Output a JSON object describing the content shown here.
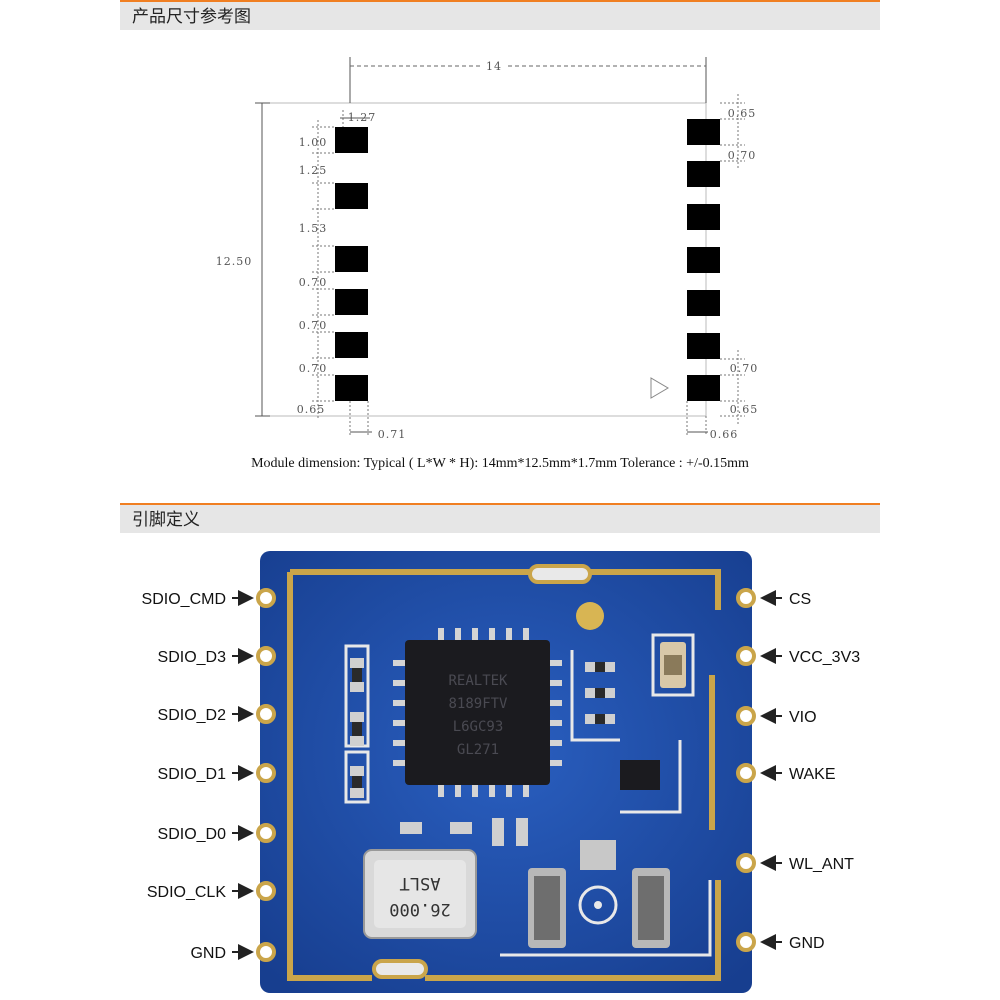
{
  "sections": {
    "dimensions_title": "产品尺寸参考图",
    "pinout_title": "引脚定义"
  },
  "drawing": {
    "width_label": "14",
    "height_label": "12.50",
    "left_dims": [
      "1.27",
      "1.00",
      "1.25",
      "1.53",
      "0.70",
      "0.70",
      "0.70",
      "0.65"
    ],
    "left_bottom_dim": "0.71",
    "right_dims": [
      "0.65",
      "0.70",
      "0.70",
      "0.65"
    ],
    "right_bottom_dim": "0.66",
    "caption": "Module dimension: Typical ( L*W * H): 14mm*12.5mm*1.7mm Tolerance : +/-0.15mm"
  },
  "pinout": {
    "left_pins": [
      "SDIO_CMD",
      "SDIO_D3",
      "SDIO_D2",
      "SDIO_D1",
      "SDIO_D0",
      "SDIO_CLK",
      "GND"
    ],
    "right_pins": [
      "CS",
      "VCC_3V3",
      "VIO",
      "WAKE",
      "WL_ANT",
      "GND"
    ],
    "chip_marking": [
      "REALTEK",
      "8189FTV",
      "L6GC93",
      "GL271"
    ],
    "crystal_marking": [
      "26.000",
      "ASLT"
    ]
  },
  "colors": {
    "accent": "#f07f22",
    "pcb_blue": "#1f4fa8",
    "gold": "#caa54a",
    "pad_black": "#000000"
  }
}
